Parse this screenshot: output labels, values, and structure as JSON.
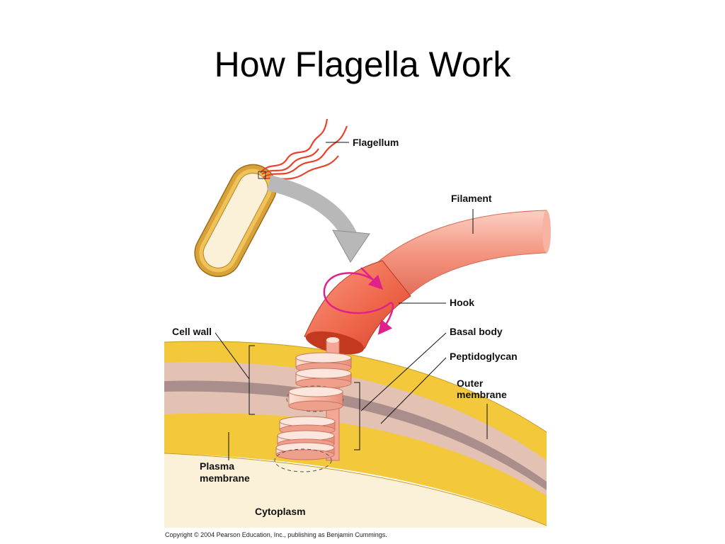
{
  "slide": {
    "title": "How Flagella Work"
  },
  "labels": {
    "flagellum": "Flagellum",
    "filament": "Filament",
    "hook": "Hook",
    "basal_body": "Basal body",
    "peptidoglycan": "Peptidoglycan",
    "outer_membrane_line1": "Outer",
    "outer_membrane_line2": "membrane",
    "cell_wall": "Cell wall",
    "plasma_membrane_line1": "Plasma",
    "plasma_membrane_line2": "membrane",
    "cytoplasm": "Cytoplasm"
  },
  "copyright": "Copyright © 2004 Pearson Education, Inc., publishing as Benjamin Cummings.",
  "colors": {
    "outer_membrane": "#f3c93b",
    "peptidoglycan": "#e3c1b3",
    "plasma_membrane_band": "#a98e8c",
    "cytoplasm": "#fbf1d8",
    "filament": "#f4957f",
    "hook": "#ee6549",
    "rings": "#f7b8a6",
    "rotation_arrow": "#e0218a",
    "flagellum_strands": "#e8432a",
    "cell_body": "#d9a13a",
    "arrow_gray": "#b8b8b8"
  }
}
